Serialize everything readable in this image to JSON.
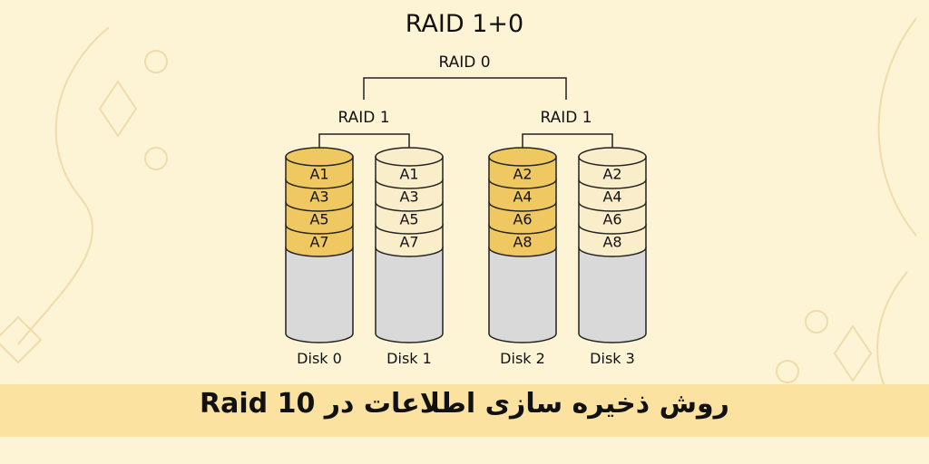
{
  "title": "RAID 1+0",
  "raid0_label": "RAID 0",
  "raid1_groups": [
    {
      "label": "RAID 1"
    },
    {
      "label": "RAID 1"
    }
  ],
  "disks": [
    {
      "name": "Disk 0",
      "blocks": [
        "A1",
        "A3",
        "A5",
        "A7"
      ],
      "color": "#f0c862"
    },
    {
      "name": "Disk 1",
      "blocks": [
        "A1",
        "A3",
        "A5",
        "A7"
      ],
      "color": "#faedc9"
    },
    {
      "name": "Disk 2",
      "blocks": [
        "A2",
        "A4",
        "A6",
        "A8"
      ],
      "color": "#f0c862"
    },
    {
      "name": "Disk 3",
      "blocks": [
        "A2",
        "A4",
        "A6",
        "A8"
      ],
      "color": "#faedc9"
    }
  ],
  "empty_color": "#d9d9d9",
  "banner_text": "روش ذخیره سازی اطلاعات در  Raid 10",
  "colors": {
    "background": "#fdf4d6",
    "banner": "#fbe2a0"
  }
}
